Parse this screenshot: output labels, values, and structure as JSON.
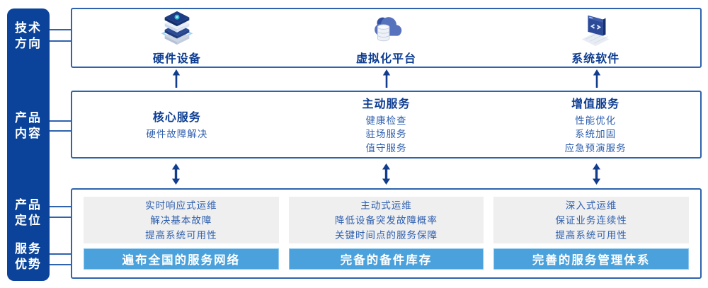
{
  "diagram": {
    "sidebar": {
      "items": [
        {
          "id": "tech-direction",
          "label": "技术\n方向"
        },
        {
          "id": "product-content",
          "label": "产品\n内容"
        },
        {
          "id": "product-position",
          "label": "产品\n定位"
        },
        {
          "id": "service-advantage",
          "label": "服务\n优势"
        }
      ]
    },
    "tech_row": {
      "items": [
        {
          "icon": "server-stack-icon",
          "label": "硬件设备"
        },
        {
          "icon": "cloud-database-icon",
          "label": "虚拟化平台"
        },
        {
          "icon": "code-window-icon",
          "label": "系统软件"
        }
      ]
    },
    "content_row": {
      "columns": [
        {
          "title": "核心服务",
          "items": [
            "硬件故障解决"
          ]
        },
        {
          "title": "主动服务",
          "items": [
            "健康检查",
            "驻场服务",
            "值守服务"
          ]
        },
        {
          "title": "增值服务",
          "items": [
            "性能优化",
            "系统加固",
            "应急预演服务"
          ]
        }
      ]
    },
    "position_row": {
      "columns": [
        {
          "lines": [
            "实时响应式运维",
            "解决基本故障",
            "提高系统可用性"
          ],
          "bar": "遍布全国的服务网络"
        },
        {
          "lines": [
            "主动式运维",
            "降低设备突发故障概率",
            "关键时间点的服务保障"
          ],
          "bar": "完备的备件库存"
        },
        {
          "lines": [
            "深入式运维",
            "保证业务连续性",
            "提高系统可用性"
          ],
          "bar": "完善的服务管理体系"
        }
      ]
    },
    "colors": {
      "sidebar_blue": "#0a4399",
      "border_blue": "#2f63ad",
      "heading_blue": "#0d3d92",
      "text_blue": "#2e5fae",
      "bar_blue": "#4aa1db",
      "gray_panel": "#efefef",
      "arrow_navy": "#123c8c"
    }
  }
}
